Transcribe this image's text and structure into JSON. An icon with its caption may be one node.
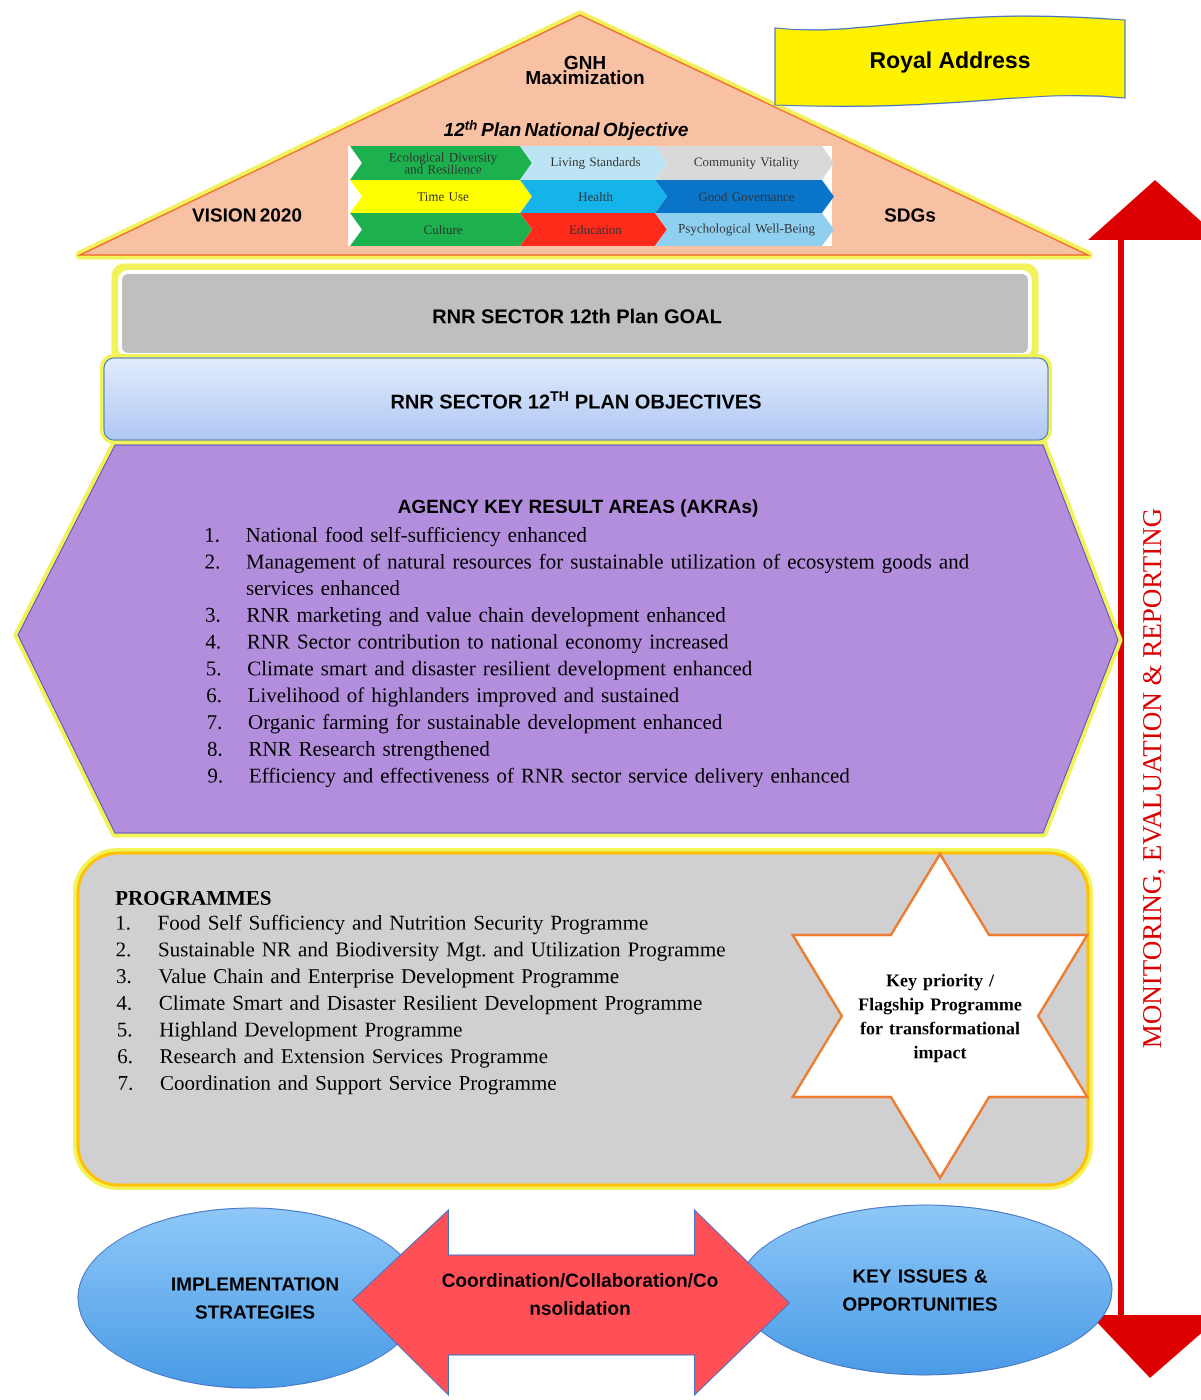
{
  "diagram": {
    "nodes": [
      {
        "text": [
          "GNH Maximization",
          "12$^{th}$ Plan National Objective",
          "VISION 2020",
          "SDGs"
        ]
      },
      {
        "text": [
          "Ecological Diversity and Resilience"
        ],
        "in": 0
      },
      {
        "text": [
          "Living Standards"
        ],
        "in": 0
      },
      {
        "text": [
          "Community Vitality"
        ],
        "in": 0
      },
      {
        "text": [
          "Time Use"
        ],
        "in": 0
      },
      {
        "text": [
          "Health"
        ],
        "in": 0
      },
      {
        "text": [
          "Good Governance"
        ],
        "in": 0
      },
      {
        "text": [
          "Culture"
        ],
        "in": 0
      },
      {
        "text": [
          "Education"
        ],
        "in": 0
      },
      {
        "text": [
          "Psychological Well-Being"
        ],
        "in": 0
      },
      {
        "text": [
          "Royal Address"
        ]
      },
      {
        "text": [
          "RNR SECTOR 12th Plan GOAL"
        ]
      },
      {
        "text": [
          "RNR SECTOR 12$^{TH}$ PLAN OBJECTIVES"
        ]
      },
      {
        "text": [
          "AGENCY KEY RESULT AREAS (AKRAs)",
          "1.",
          "National food self-sufficiency enhanced",
          "2.",
          "Management of natural resources for sustainable utilization of ecosystem goods and services enhanced",
          "3.",
          "RNR marketing and value chain development enhanced",
          "4.",
          "RNR Sector contribution to national economy increased",
          "5.",
          "Climate smart and disaster resilient development enhanced",
          "6.",
          "Livelihood of highlanders improved and sustained",
          "7.",
          "Organic farming for sustainable development enhanced",
          "8.",
          "RNR Research strengthened",
          "9.",
          "Efficiency and effectiveness of RNR sector service delivery enhanced"
        ]
      },
      {
        "text": [
          "PROGRAMMES",
          "1.",
          "Food Self Sufficiency and Nutrition Security Programme",
          "2.",
          "Sustainable NR and Biodiversity Mgt. and Utilization Programme",
          "3.",
          "Value Chain and Enterprise Development Programme",
          "4.",
          "Climate Smart and Disaster Resilient Development Programme",
          "5.",
          "Highland Development Programme",
          "6.",
          "Research and Extension Services Programme",
          "7.",
          "Coordination and Support Service Programme"
        ]
      },
      {
        "text": [
          "Key priority / Flagship Programme for transformational impact"
        ],
        "in": 14
      },
      {
        "text": [
          "IMPLEMENTATION STRATEGIES"
        ]
      },
      {
        "text": [
          "KEY ISSUES & OPPORTUNITIES"
        ]
      },
      {
        "text": [
          "MONITORING, EVALUATION & REPORTING"
        ]
      }
    ],
    "edges": [
      {
        "from": 16,
        "to": 17,
        "arrow": "both",
        "label": "Coordination/Collaboration/Co nsolidation"
      }
    ]
  }
}
